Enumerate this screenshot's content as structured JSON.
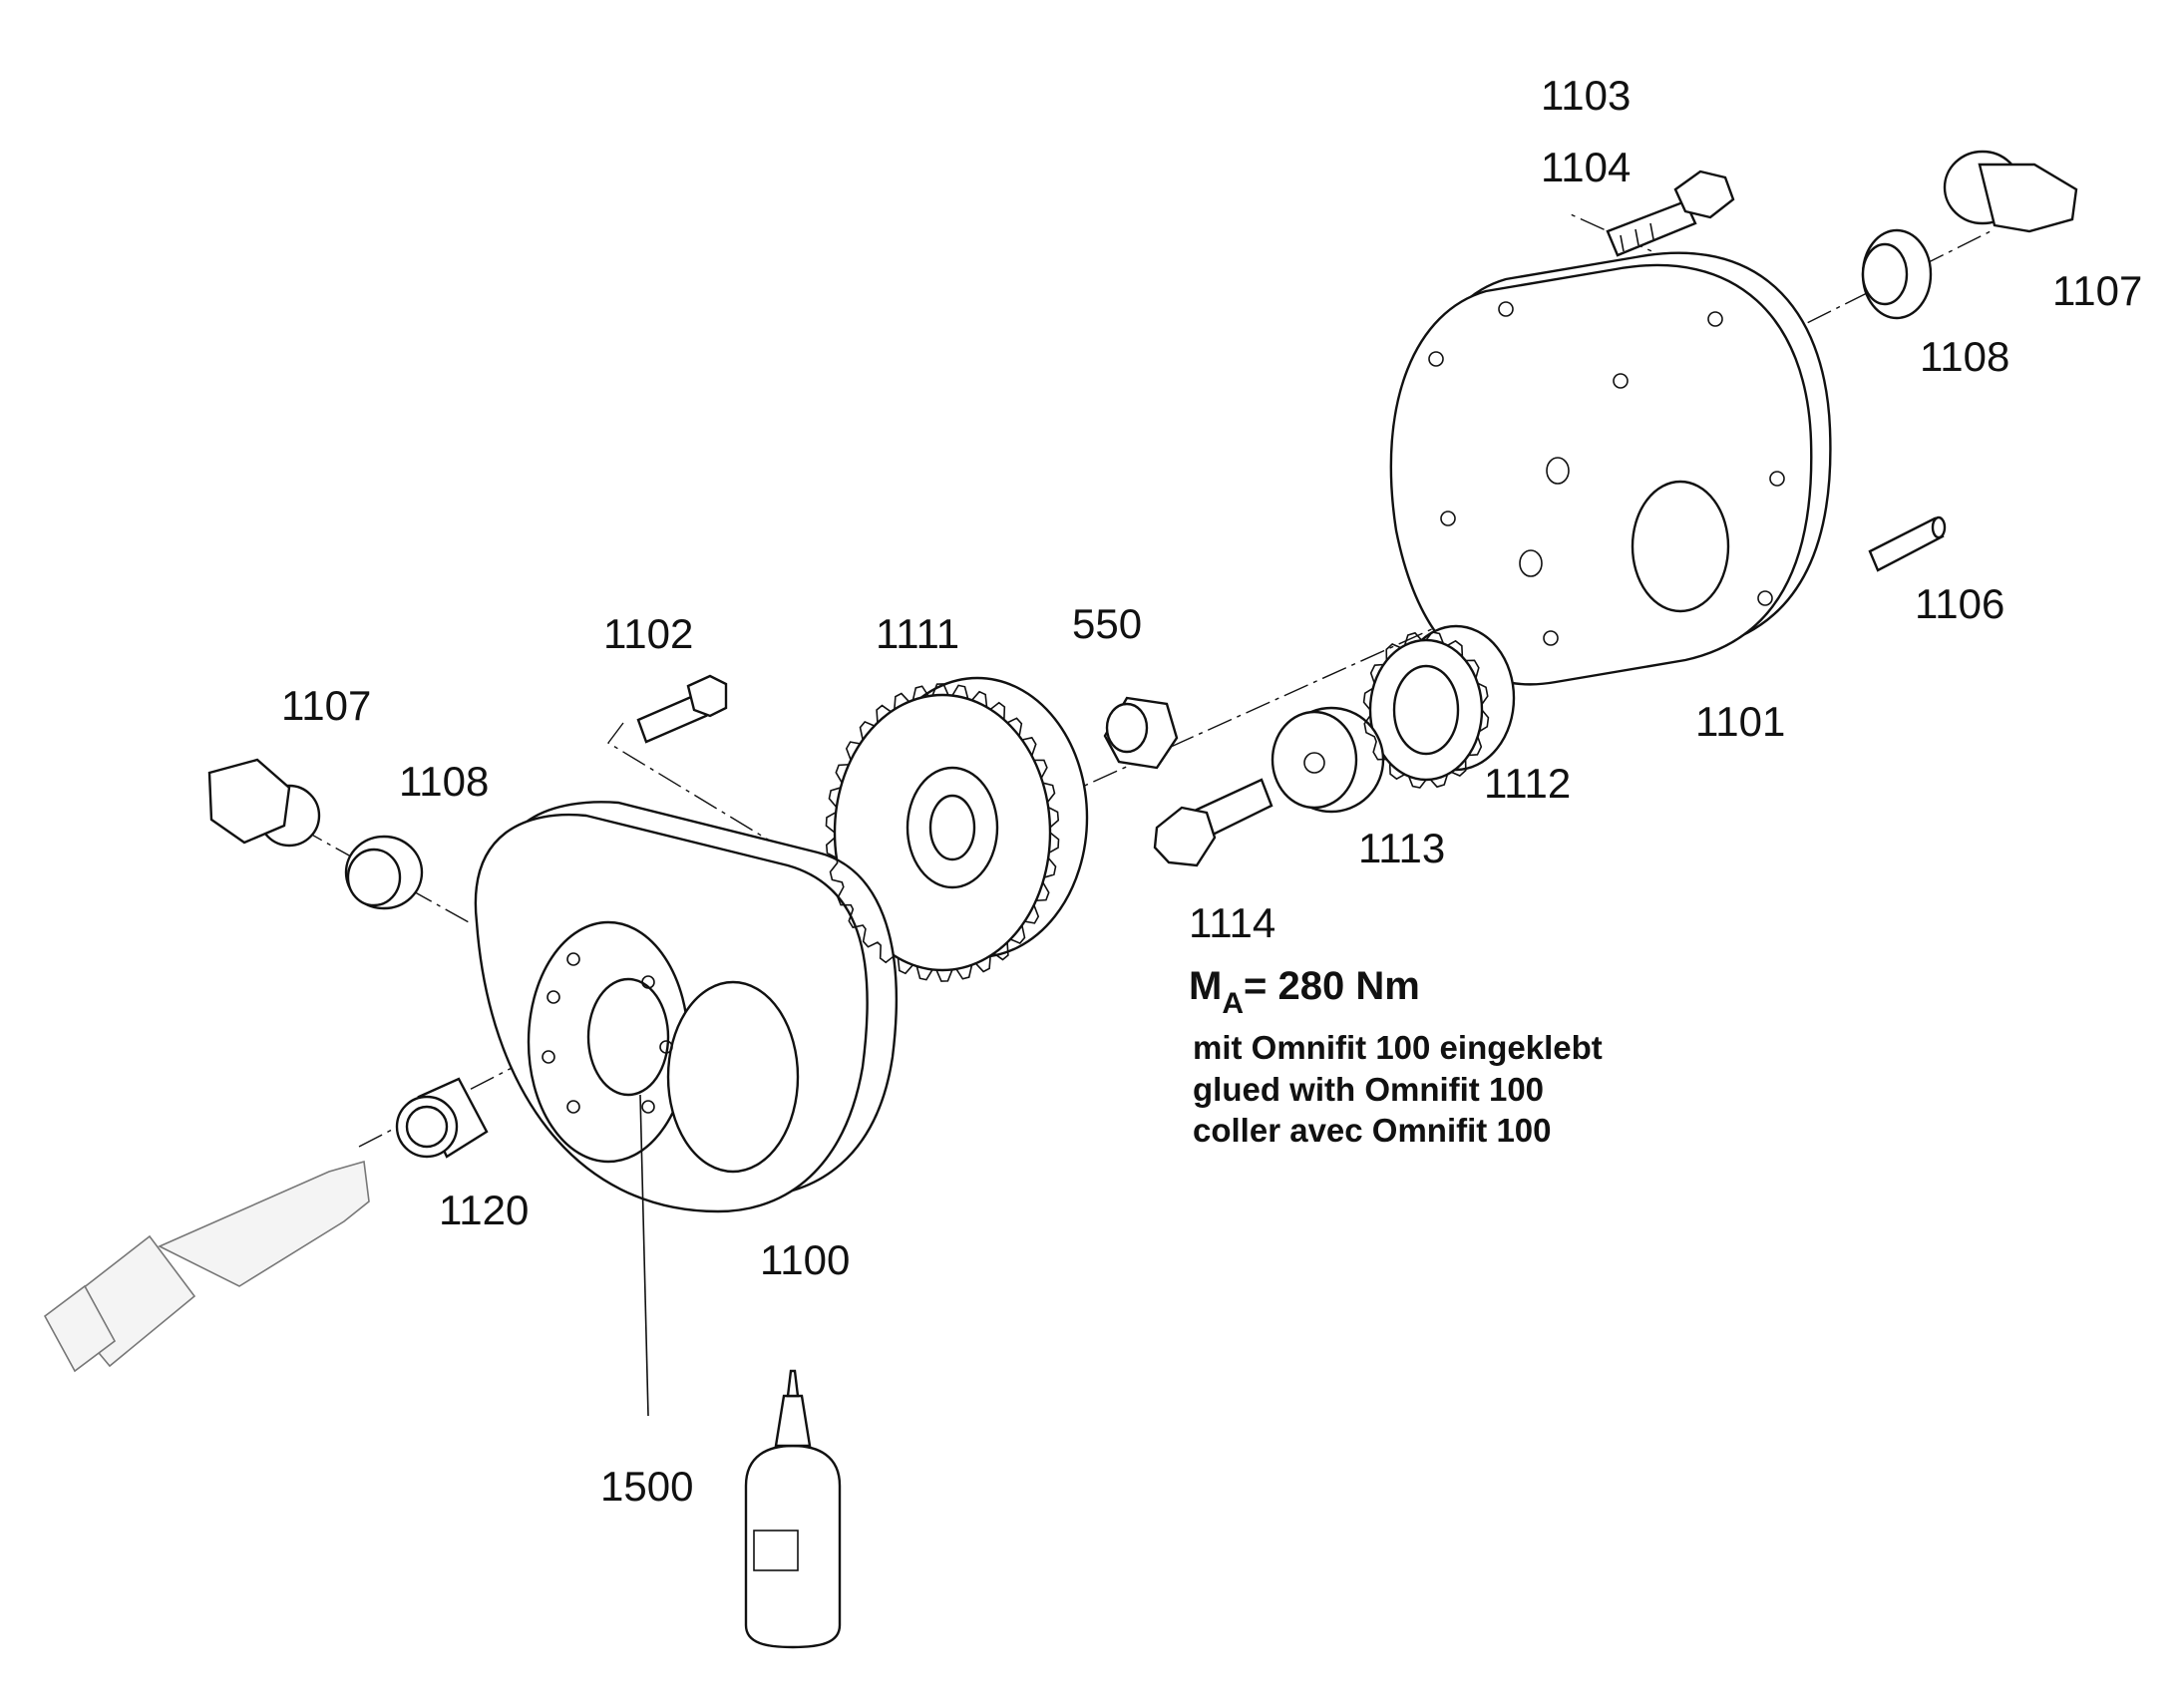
{
  "labels": {
    "l1103": "1103",
    "l1104": "1104",
    "l1107_right": "1107",
    "l1108_right": "1108",
    "l1106": "1106",
    "l1101": "1101",
    "l1102": "1102",
    "l1111": "1111",
    "l550": "550",
    "l1112": "1112",
    "l1113": "1113",
    "l1114": "1114",
    "l1107_left": "1107",
    "l1108_left": "1108",
    "l1120": "1120",
    "l1100": "1100",
    "l1500": "1500"
  },
  "torque": {
    "symbol": "M",
    "subscript": "A",
    "value": "= 280 Nm"
  },
  "note": {
    "line_de": "mit Omnifit 100 eingeklebt",
    "line_en": "glued with Omnifit 100",
    "line_fr": "coller avec Omnifit 100"
  }
}
